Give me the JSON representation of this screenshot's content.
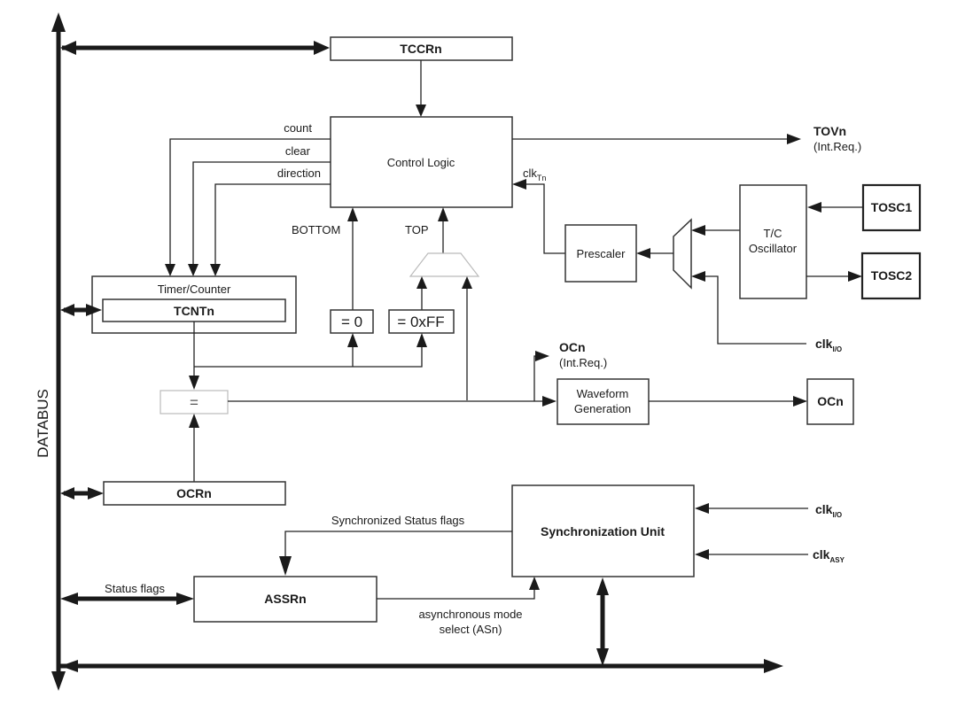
{
  "diagram": {
    "databus_label": "DATABUS",
    "blocks": {
      "tccr": "TCCRn",
      "control_logic": "Control Logic",
      "timer_counter": "Timer/Counter",
      "tcnt": "TCNTn",
      "eq_zero": "= 0",
      "eq_max": "= 0xFF",
      "comparator": "=",
      "ocr": "OCRn",
      "prescaler": "Prescaler",
      "tc_oscillator_line1": "T/C",
      "tc_oscillator_line2": "Oscillator",
      "tosc1": "TOSC1",
      "tosc2": "TOSC2",
      "waveform_line1": "Waveform",
      "waveform_line2": "Generation",
      "ocn_pin": "OCn",
      "sync_unit": "Synchronization Unit",
      "assr": "ASSRn"
    },
    "signals": {
      "count": "count",
      "clear": "clear",
      "direction": "direction",
      "bottom": "BOTTOM",
      "top": "TOP",
      "tov": "TOVn",
      "tov_sub": "(Int.Req.)",
      "clk_tn": "clk",
      "clk_tn_sub": "Tn",
      "clk_io_1": "clk",
      "clk_io_1_sub": "I/O",
      "ocn_int": "OCn",
      "ocn_int_sub": "(Int.Req.)",
      "clk_io_2": "clk",
      "clk_io_2_sub": "I/O",
      "clk_asy": "clk",
      "clk_asy_sub": "ASY",
      "sync_status_flags": "Synchronized Status flags",
      "status_flags": "Status flags",
      "async_mode_line1": "asynchronous mode",
      "async_mode_line2": "select (ASn)"
    }
  }
}
